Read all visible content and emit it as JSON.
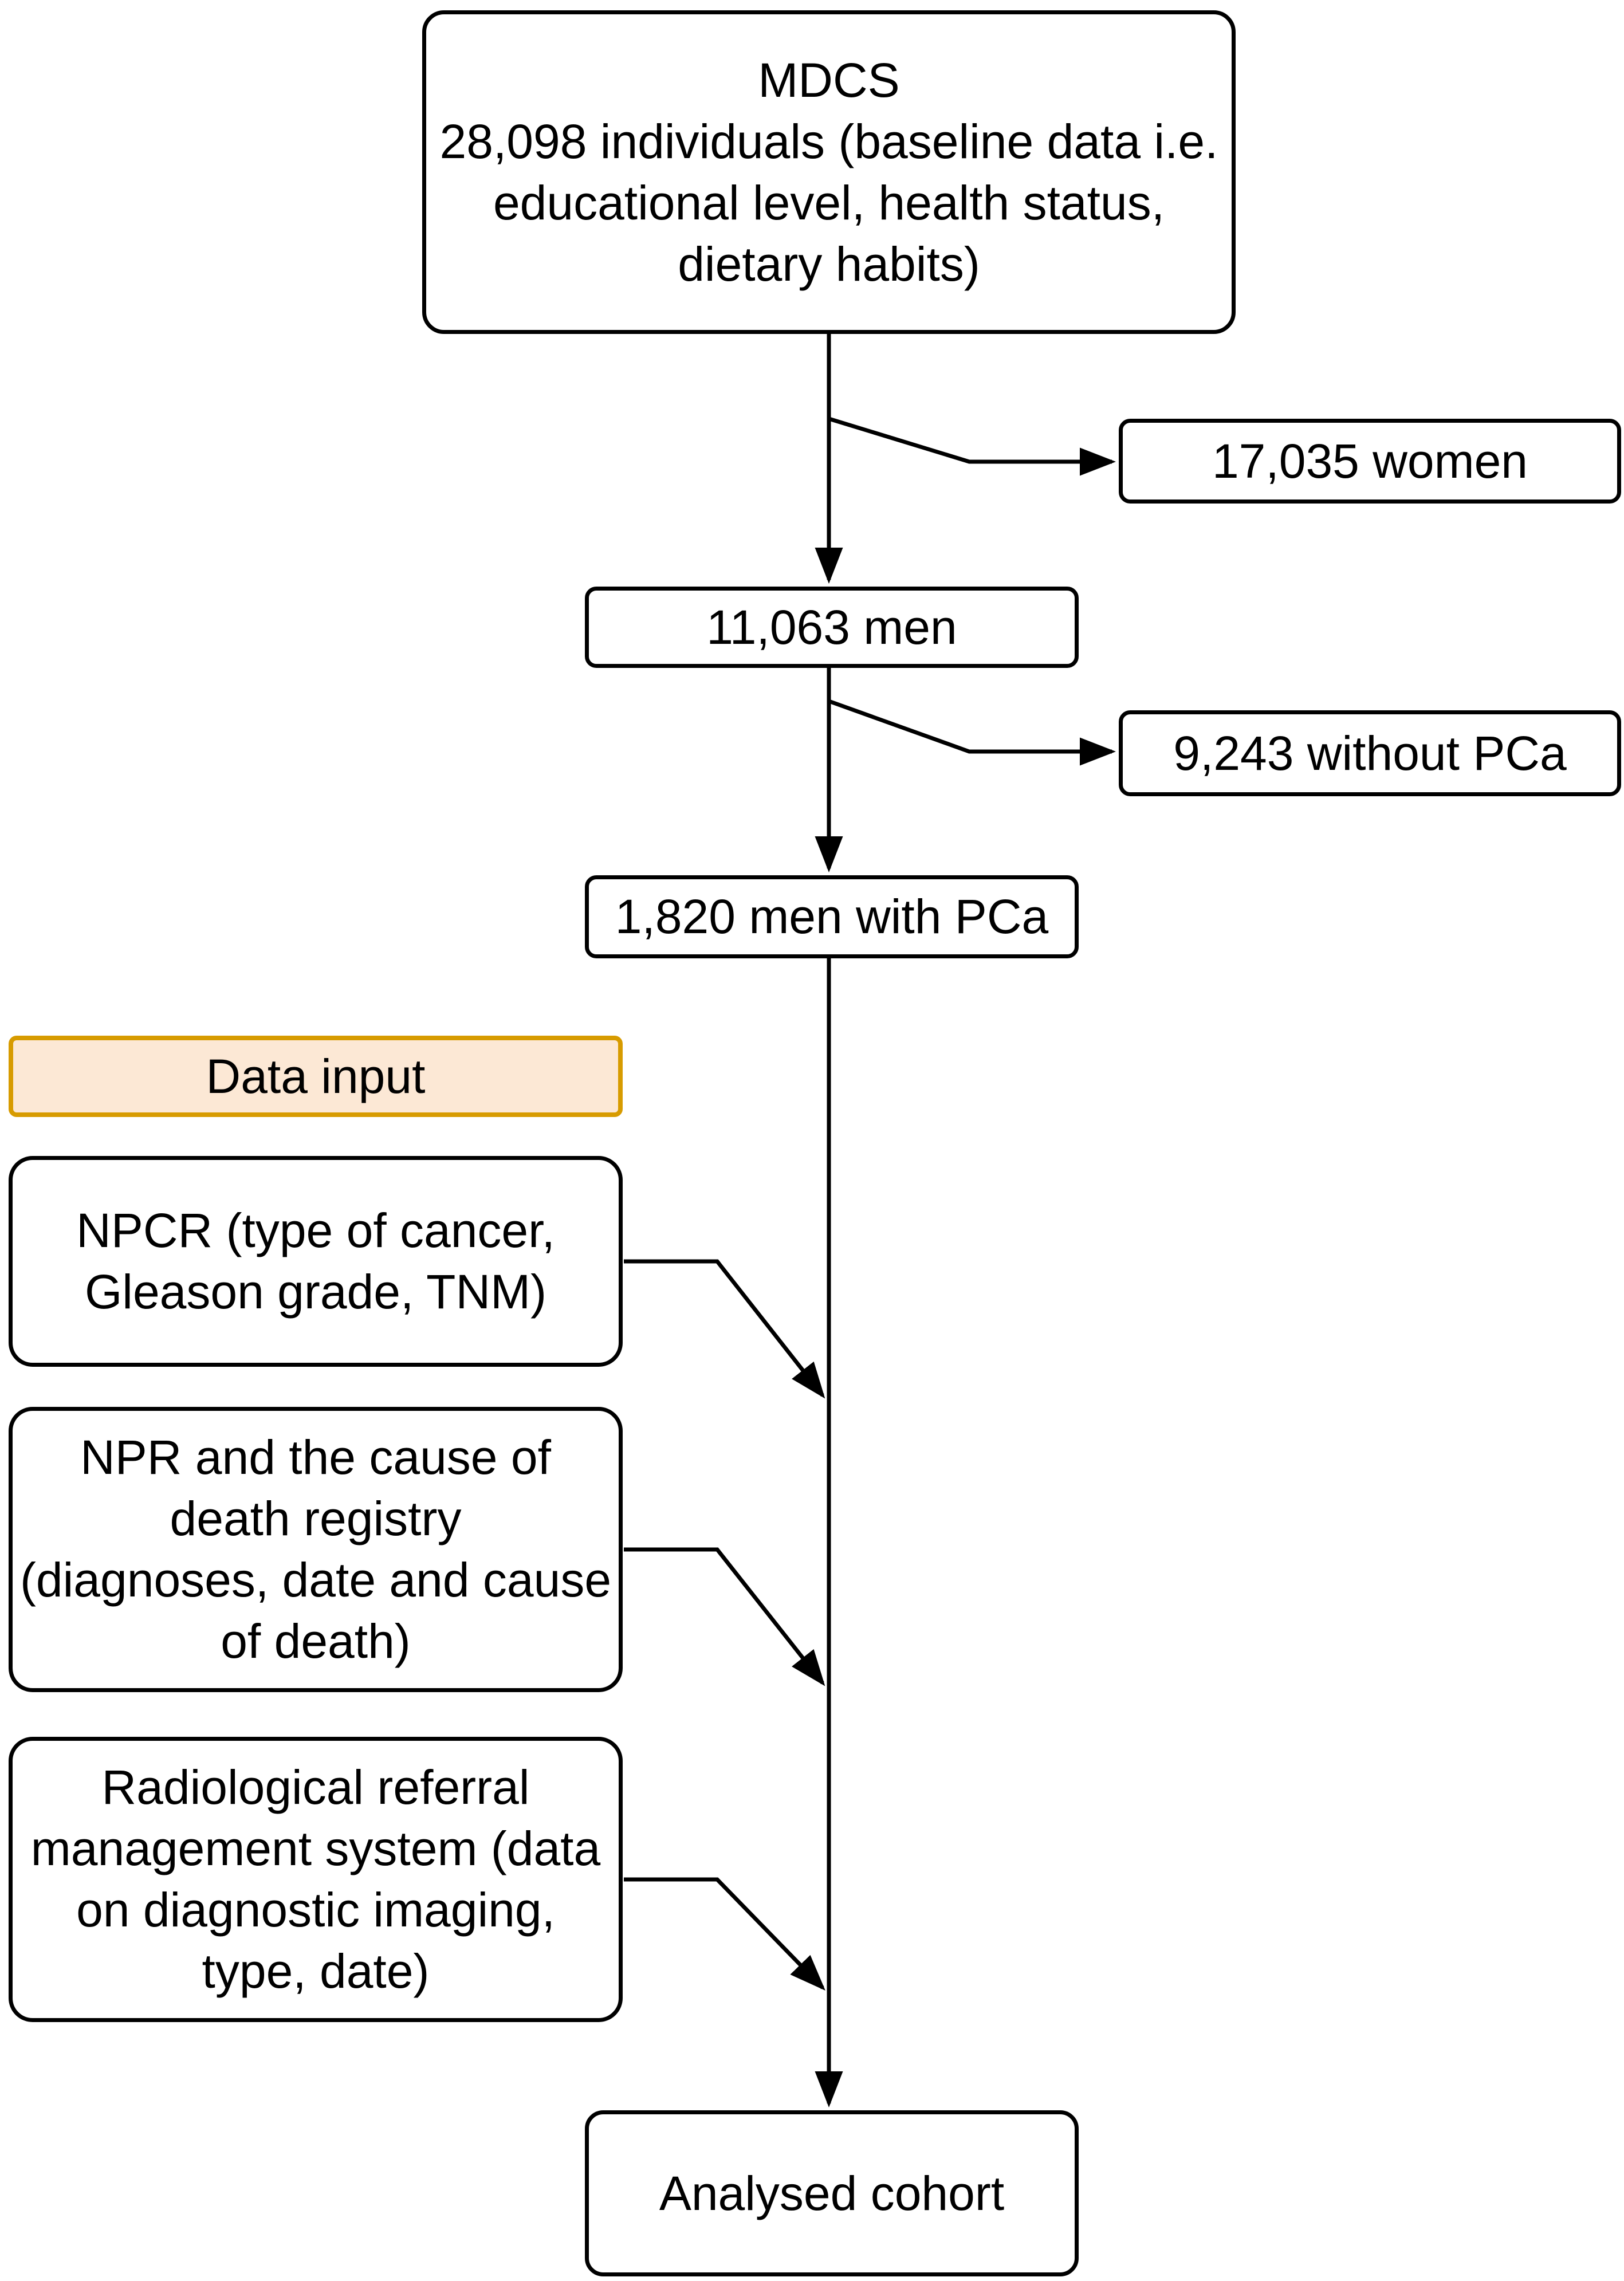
{
  "colors": {
    "box_border": "#000000",
    "box_fill": "#ffffff",
    "arrow": "#000000",
    "highlight_fill": "#fce8d5",
    "highlight_border": "#d79b00",
    "text": "#000000",
    "page_bg": "#ffffff"
  },
  "boxes": {
    "mdcs": {
      "lines": [
        "MDCS",
        "28,098 individuals (baseline data i.e.",
        "educational level, health status,",
        "dietary habits)"
      ]
    },
    "women": {
      "lines": [
        "17,035 women"
      ]
    },
    "men": {
      "lines": [
        "11,063 men"
      ]
    },
    "without_pca": {
      "lines": [
        "9,243 without PCa"
      ]
    },
    "men_with_pca": {
      "lines": [
        "1,820 men with PCa"
      ]
    },
    "data_input": {
      "lines": [
        "Data input"
      ]
    },
    "npcr": {
      "lines": [
        "NPCR (type of cancer,",
        "Gleason grade, TNM)"
      ]
    },
    "npr": {
      "lines": [
        "NPR and the cause of",
        "death registry",
        "(diagnoses, date and cause",
        "of death)"
      ]
    },
    "radiology": {
      "lines": [
        "Radiological referral",
        "management system (data",
        "on diagnostic imaging,",
        "type, date)"
      ]
    },
    "analysed": {
      "lines": [
        "Analysed cohort"
      ]
    }
  }
}
